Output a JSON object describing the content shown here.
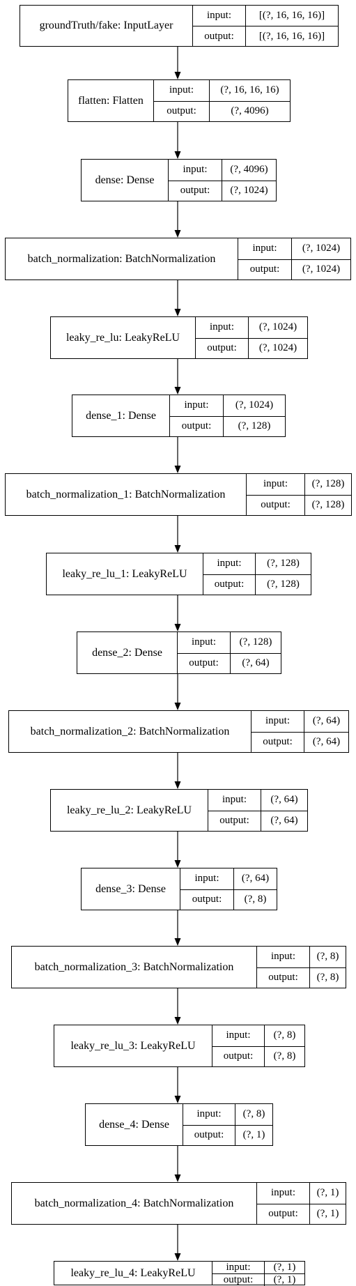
{
  "io_labels": {
    "input": "input:",
    "output": "output:"
  },
  "layers": [
    {
      "name": "groundTruth/fake: InputLayer",
      "input": "[(?, 16, 16, 16)]",
      "output": "[(?, 16, 16, 16)]"
    },
    {
      "name": "flatten: Flatten",
      "input": "(?, 16, 16, 16)",
      "output": "(?, 4096)"
    },
    {
      "name": "dense: Dense",
      "input": "(?, 4096)",
      "output": "(?, 1024)"
    },
    {
      "name": "batch_normalization: BatchNormalization",
      "input": "(?, 1024)",
      "output": "(?, 1024)"
    },
    {
      "name": "leaky_re_lu: LeakyReLU",
      "input": "(?, 1024)",
      "output": "(?, 1024)"
    },
    {
      "name": "dense_1: Dense",
      "input": "(?, 1024)",
      "output": "(?, 128)"
    },
    {
      "name": "batch_normalization_1: BatchNormalization",
      "input": "(?, 128)",
      "output": "(?, 128)"
    },
    {
      "name": "leaky_re_lu_1: LeakyReLU",
      "input": "(?, 128)",
      "output": "(?, 128)"
    },
    {
      "name": "dense_2: Dense",
      "input": "(?, 128)",
      "output": "(?, 64)"
    },
    {
      "name": "batch_normalization_2: BatchNormalization",
      "input": "(?, 64)",
      "output": "(?, 64)"
    },
    {
      "name": "leaky_re_lu_2: LeakyReLU",
      "input": "(?, 64)",
      "output": "(?, 64)"
    },
    {
      "name": "dense_3: Dense",
      "input": "(?, 64)",
      "output": "(?, 8)"
    },
    {
      "name": "batch_normalization_3: BatchNormalization",
      "input": "(?, 8)",
      "output": "(?, 8)"
    },
    {
      "name": "leaky_re_lu_3: LeakyReLU",
      "input": "(?, 8)",
      "output": "(?, 8)"
    },
    {
      "name": "dense_4: Dense",
      "input": "(?, 8)",
      "output": "(?, 1)"
    },
    {
      "name": "batch_normalization_4: BatchNormalization",
      "input": "(?, 1)",
      "output": "(?, 1)"
    },
    {
      "name": "leaky_re_lu_4: LeakyReLU",
      "input": "(?, 1)",
      "output": "(?, 1)"
    }
  ]
}
